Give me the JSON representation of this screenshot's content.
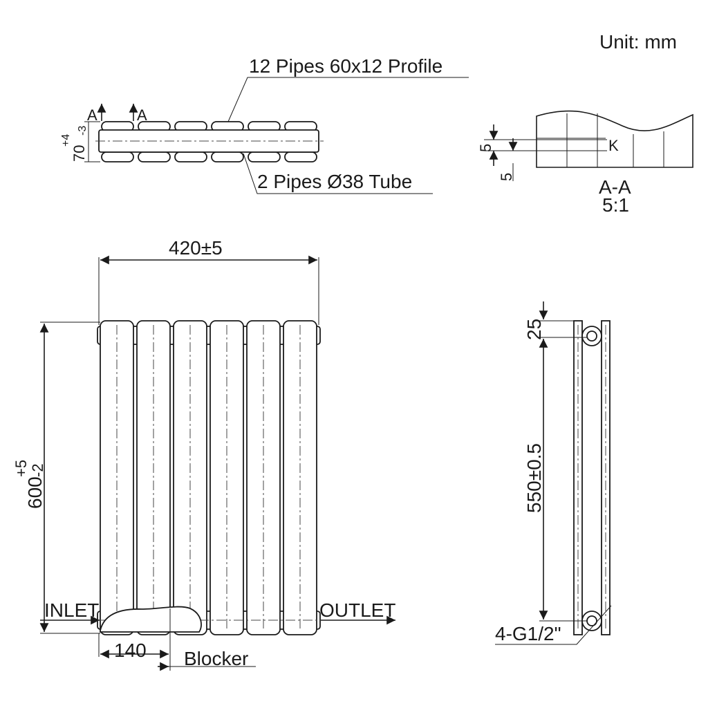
{
  "labels": {
    "unit": "Unit: mm",
    "profile": "12 Pipes 60x12 Profile",
    "tube": "2 Pipes Ø38 Tube",
    "section_a_left": "A",
    "section_a_right": "A",
    "depth_dim": "70",
    "depth_tol": "+4\n-3",
    "section_title": "A-A",
    "section_scale": "5:1",
    "section_dim_1": "5",
    "section_dim_2": "5",
    "section_k": "K",
    "width_dim": "420±5",
    "height_dim": "600",
    "height_tol_top": "+5",
    "height_tol_bottom": "-2",
    "inlet": "INLET",
    "outlet": "OUTLET",
    "offset_dim": "140",
    "blocker": "Blocker",
    "top_offset_dim": "25",
    "center_dim": "550±0.5",
    "connections": "4-G1/2\""
  }
}
